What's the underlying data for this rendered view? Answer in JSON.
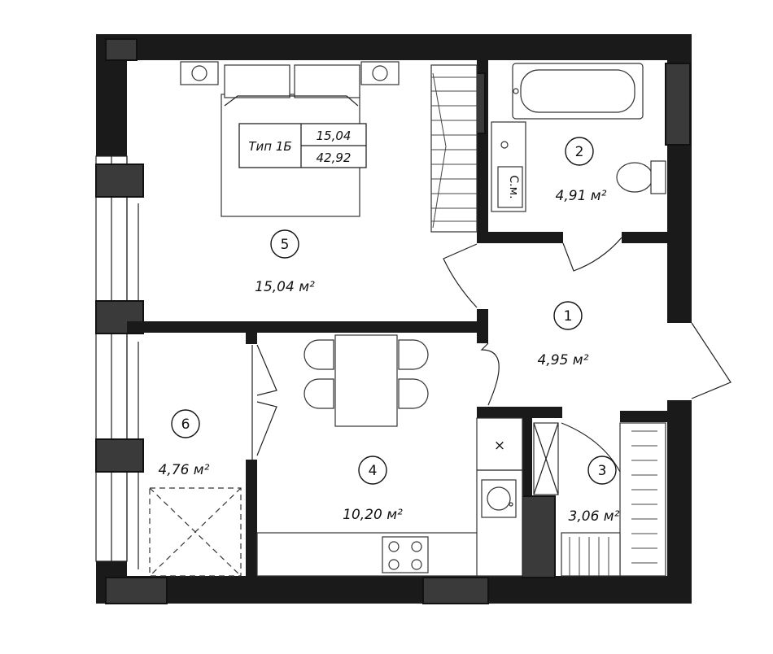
{
  "title_block": {
    "type_label": "Тип 1Б",
    "living_area": "15,04",
    "total_area": "42,92"
  },
  "rooms": [
    {
      "number": "1",
      "area": "4,95 м²"
    },
    {
      "number": "2",
      "area": "4,91 м²"
    },
    {
      "number": "3",
      "area": "3,06 м²"
    },
    {
      "number": "4",
      "area": "10,20 м²"
    },
    {
      "number": "5",
      "area": "15,04 м²"
    },
    {
      "number": "6",
      "area": "4,76 м²"
    }
  ],
  "fixtures": {
    "washing_machine": "С.м.",
    "stove_marker": "×"
  }
}
